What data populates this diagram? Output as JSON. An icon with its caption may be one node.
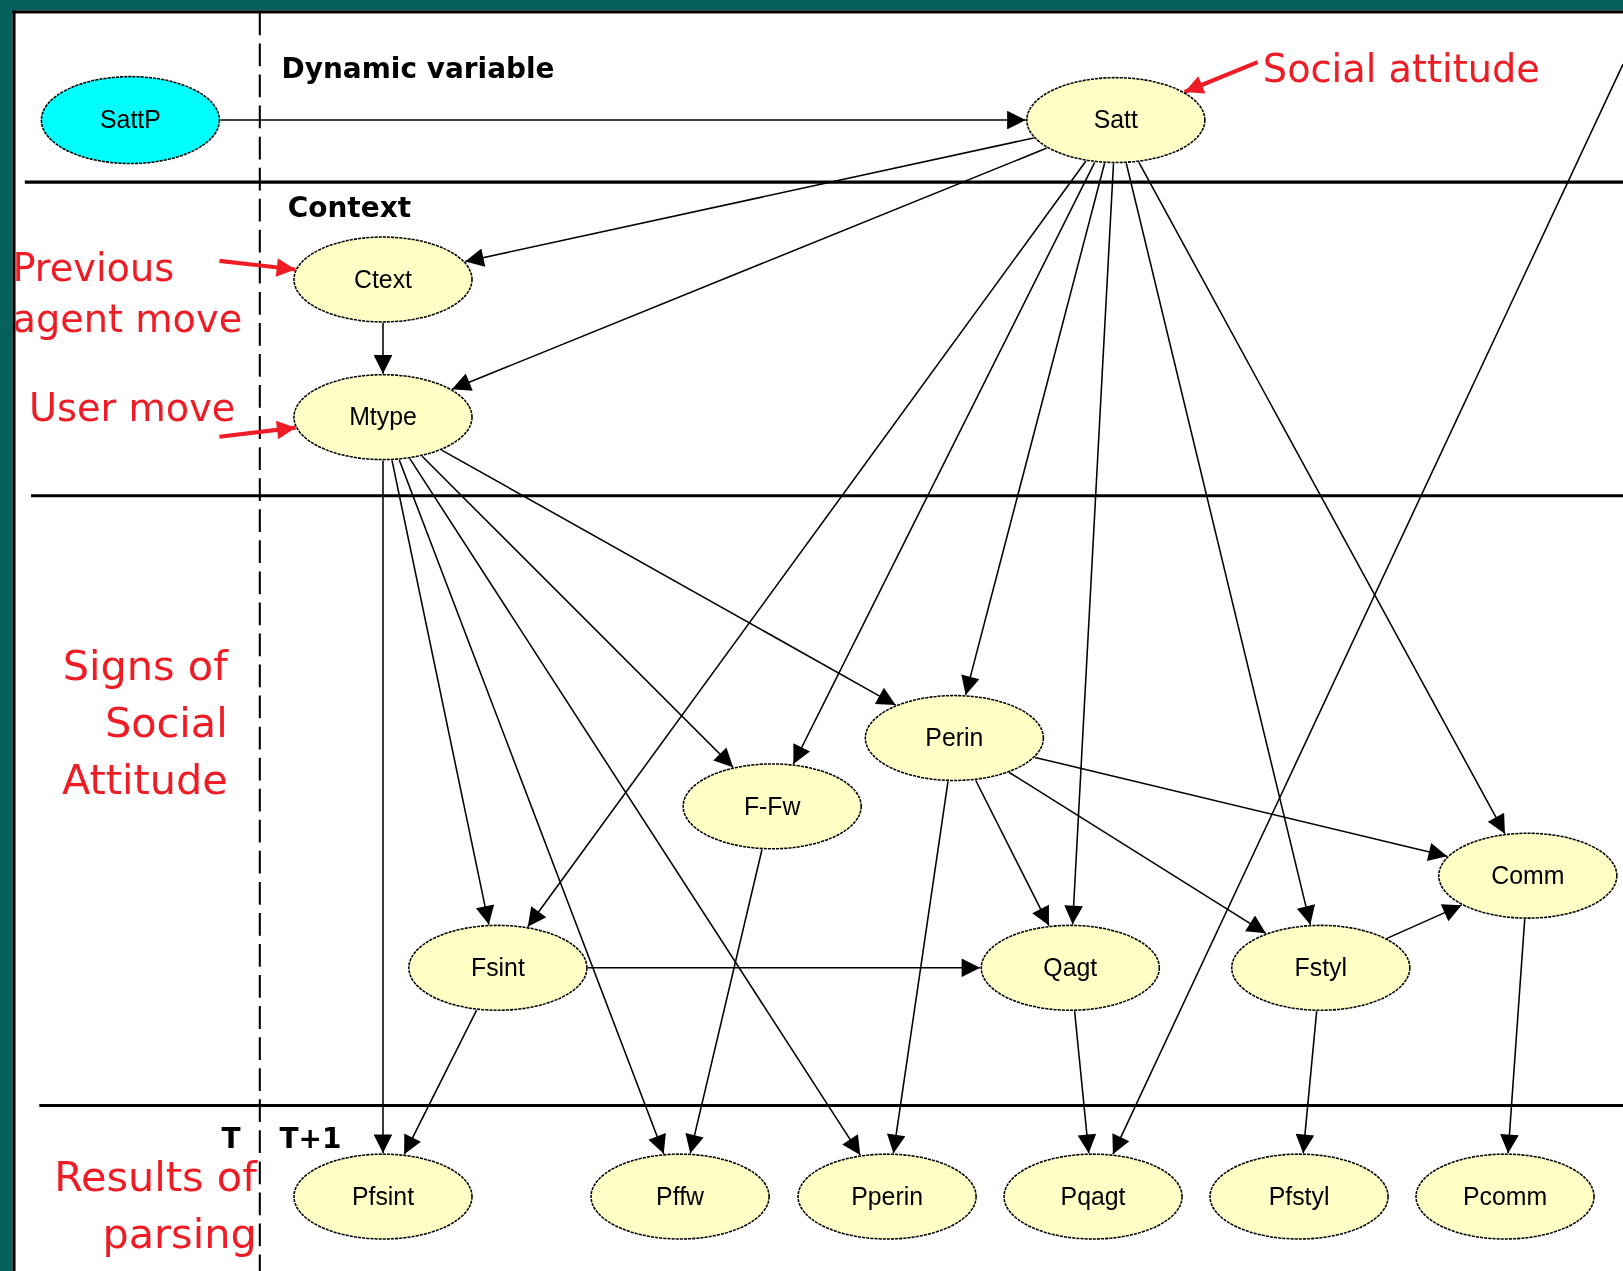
{
  "diagram": {
    "nodes": [
      {
        "text": [
          "SattP"
        ]
      },
      {
        "text": [
          "Satt"
        ]
      },
      {
        "text": [
          "Ctext"
        ]
      },
      {
        "text": [
          "Mtype"
        ]
      },
      {
        "text": [
          "Perin"
        ]
      },
      {
        "text": [
          "F-Fw"
        ]
      },
      {
        "text": [
          "Comm"
        ]
      },
      {
        "text": [
          "Fsint"
        ]
      },
      {
        "text": [
          "Qagt"
        ]
      },
      {
        "text": [
          "Fstyl"
        ]
      },
      {
        "text": [
          "Pfsint"
        ]
      },
      {
        "text": [
          "Pffw"
        ]
      },
      {
        "text": [
          "Pperin"
        ]
      },
      {
        "text": [
          "Pqagt"
        ]
      },
      {
        "text": [
          "Pfstyl"
        ]
      },
      {
        "text": [
          "Pcomm"
        ]
      },
      {
        "text": [
          "Social attitude"
        ]
      },
      {
        "text": [
          "Previous agent move"
        ]
      },
      {
        "text": [
          "User move"
        ]
      }
    ],
    "edges": [
      {
        "from": 0,
        "to": 1,
        "arrow": "to"
      },
      {
        "from": 1,
        "to": 2,
        "arrow": "to"
      },
      {
        "from": 1,
        "to": 3,
        "arrow": "to"
      },
      {
        "from": 1,
        "to": 7,
        "arrow": "to"
      },
      {
        "from": 1,
        "to": 5,
        "arrow": "to"
      },
      {
        "from": 1,
        "to": 4,
        "arrow": "to"
      },
      {
        "from": 1,
        "to": 8,
        "arrow": "to"
      },
      {
        "from": 1,
        "to": 9,
        "arrow": "to"
      },
      {
        "from": 1,
        "to": 6,
        "arrow": "to"
      },
      {
        "from": 2,
        "to": 3,
        "arrow": "to"
      },
      {
        "from": 3,
        "to": 10,
        "arrow": "to"
      },
      {
        "from": 3,
        "to": 7,
        "arrow": "to"
      },
      {
        "from": 3,
        "to": 11,
        "arrow": "to"
      },
      {
        "from": 3,
        "to": 5,
        "arrow": "to"
      },
      {
        "from": 3,
        "to": 12,
        "arrow": "to"
      },
      {
        "from": 3,
        "to": 4,
        "arrow": "to"
      },
      {
        "from": 4,
        "to": 6,
        "arrow": "to"
      },
      {
        "from": 4,
        "to": 8,
        "arrow": "to"
      },
      {
        "from": 4,
        "to": 9,
        "arrow": "to"
      },
      {
        "from": 4,
        "to": 12,
        "arrow": "to"
      },
      {
        "from": 5,
        "to": 11,
        "arrow": "to"
      },
      {
        "from": 7,
        "to": 10,
        "arrow": "to"
      },
      {
        "from": 7,
        "to": 8,
        "arrow": "to"
      },
      {
        "from": 8,
        "to": 13,
        "arrow": "to"
      },
      {
        "from": 9,
        "to": 6,
        "arrow": "to"
      },
      {
        "from": 9,
        "to": 14,
        "arrow": "to"
      },
      {
        "from": 6,
        "to": 15,
        "arrow": "to"
      },
      {
        "from": null,
        "to": 13,
        "arrow": "to"
      },
      {
        "from": 16,
        "to": 1,
        "arrow": "to",
        "style": "thick",
        "color": "#ee1c24"
      },
      {
        "from": 17,
        "to": 2,
        "arrow": "to",
        "style": "thick",
        "color": "#ee1c24"
      },
      {
        "from": 18,
        "to": 3,
        "arrow": "to",
        "style": "thick",
        "color": "#ee1c24"
      }
    ],
    "labels": [
      "Dynamic variable",
      "Context",
      "Signs of Social Attitude",
      "T",
      "T+1",
      "Results of parsing"
    ]
  }
}
